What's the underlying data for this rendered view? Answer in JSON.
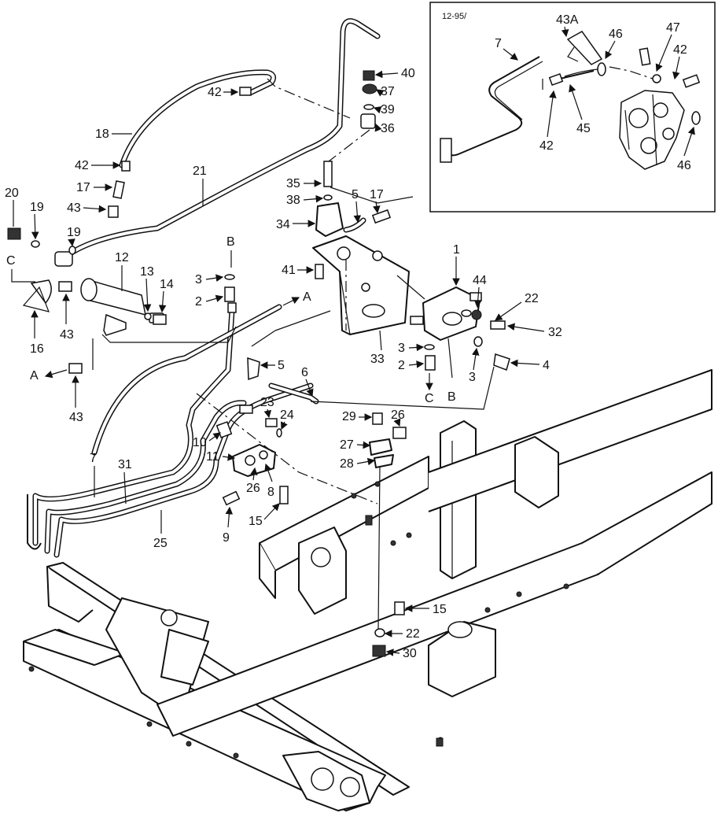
{
  "inset": {
    "date_code": "12-95/"
  },
  "callouts": {
    "c1": "1",
    "c2a": "2",
    "c2b": "2",
    "c3a": "3",
    "c3b": "3",
    "c3c": "3",
    "c4": "4",
    "c5a": "5",
    "c5b": "5",
    "c6": "6",
    "c7": "7",
    "c7i": "7",
    "c8": "8",
    "c9": "9",
    "c10": "10",
    "c11": "11",
    "c12": "12",
    "c13": "13",
    "c14": "14",
    "c15a": "15",
    "c15b": "15",
    "c16": "16",
    "c17a": "17",
    "c17b": "17",
    "c18": "18",
    "c19a": "19",
    "c19b": "19",
    "c20": "20",
    "c21": "21",
    "c22a": "22",
    "c22b": "22",
    "c23": "23",
    "c24": "24",
    "c25": "25",
    "c26a": "26",
    "c26b": "26",
    "c27": "27",
    "c28": "28",
    "c29": "29",
    "c30": "30",
    "c31": "31",
    "c32": "32",
    "c33": "33",
    "c34": "34",
    "c35": "35",
    "c36": "36",
    "c37": "37",
    "c38": "38",
    "c39": "39",
    "c40": "40",
    "c41": "41",
    "c42a": "42",
    "c42b": "42",
    "c42i1": "42",
    "c42i2": "42",
    "c43a": "43",
    "c43b": "43",
    "c43c": "43",
    "c43A": "43A",
    "c44": "44",
    "c45": "45",
    "c46a": "46",
    "c46b": "46",
    "c47": "47"
  },
  "connectors": {
    "A1": "A",
    "A2": "A",
    "B1": "B",
    "B2": "B",
    "C1": "C",
    "C2": "C"
  }
}
